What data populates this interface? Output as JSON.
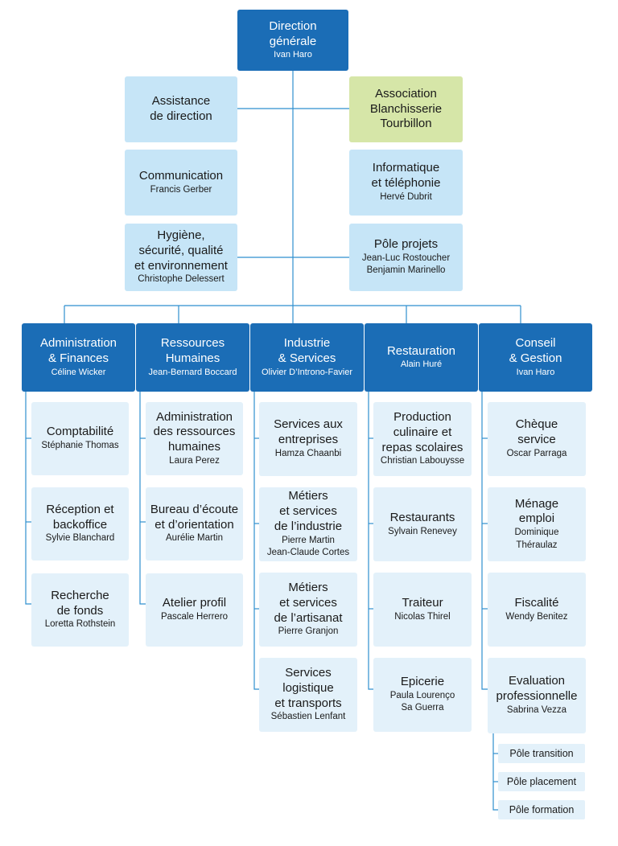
{
  "colors": {
    "dark": "#1b6db6",
    "light": "#c6e5f7",
    "sub": "#e3f1fa",
    "assoc": "#d6e6a8",
    "line": "#2f8fcf"
  },
  "top": {
    "title": "Direction\ngénérale",
    "person": "Ivan Haro"
  },
  "staff": {
    "assistance": {
      "title": "Assistance\nde direction"
    },
    "association": {
      "title": "Association\nBlanchisserie\nTourbillon"
    },
    "communication": {
      "title": "Communication",
      "person": "Francis Gerber"
    },
    "informatique": {
      "title": "Informatique\net téléphonie",
      "person": "Hervé Dubrit"
    },
    "hygiene": {
      "title": "Hygiène,\nsécurité, qualité\net environnement",
      "person": "Christophe Delessert"
    },
    "projets": {
      "title": "Pôle projets",
      "person": "Jean-Luc Rostoucher\nBenjamin Marinello"
    }
  },
  "departments": [
    {
      "title": "Administration\n& Finances",
      "person": "Céline Wicker",
      "units": [
        {
          "title": "Comptabilité",
          "person": "Stéphanie Thomas"
        },
        {
          "title": "Réception et\nbackoffice",
          "person": "Sylvie Blanchard"
        },
        {
          "title": "Recherche\nde fonds",
          "person": "Loretta Rothstein"
        }
      ]
    },
    {
      "title": "Ressources\nHumaines",
      "person": "Jean-Bernard Boccard",
      "units": [
        {
          "title": "Administration\ndes ressources\nhumaines",
          "person": "Laura Perez"
        },
        {
          "title": "Bureau d’écoute\net d’orientation",
          "person": "Aurélie Martin"
        },
        {
          "title": "Atelier profil",
          "person": "Pascale Herrero"
        }
      ]
    },
    {
      "title": "Industrie\n& Services",
      "person": "Olivier D’Introno-Favier",
      "units": [
        {
          "title": "Services aux\nentreprises",
          "person": "Hamza Chaanbi"
        },
        {
          "title": "Métiers\net services\nde l’industrie",
          "person": "Pierre Martin\nJean-Claude Cortes"
        },
        {
          "title": "Métiers\net services\nde l’artisanat",
          "person": "Pierre Granjon"
        },
        {
          "title": "Services\nlogistique\net transports",
          "person": "Sébastien Lenfant"
        }
      ]
    },
    {
      "title": "Restauration",
      "person": "Alain Huré",
      "units": [
        {
          "title": "Production\nculinaire et\nrepas scolaires",
          "person": "Christian Labouysse"
        },
        {
          "title": "Restaurants",
          "person": "Sylvain Renevey"
        },
        {
          "title": "Traiteur",
          "person": "Nicolas Thirel"
        },
        {
          "title": "Epicerie",
          "person": "Paula Lourenço\nSa Guerra"
        }
      ]
    },
    {
      "title": "Conseil\n& Gestion",
      "person": "Ivan Haro",
      "units": [
        {
          "title": "Chèque\nservice",
          "person": "Oscar Parraga"
        },
        {
          "title": "Ménage\nemploi",
          "person": "Dominique\nThéraulaz"
        },
        {
          "title": "Fiscalité",
          "person": "Wendy Benitez"
        },
        {
          "title": "Evaluation\nprofessionnelle",
          "person": "Sabrina Vezza"
        }
      ],
      "poles": [
        "Pôle transition",
        "Pôle placement",
        "Pôle formation"
      ]
    }
  ]
}
